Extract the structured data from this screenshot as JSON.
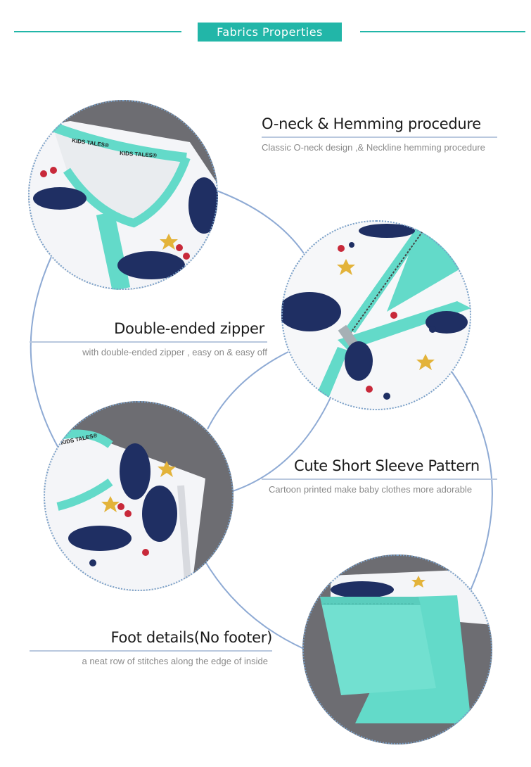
{
  "header": {
    "title": "Fabrics Properties"
  },
  "colors": {
    "accent": "#22b6a8",
    "connector": "#8eaad4",
    "garment_trim": "#63dac9",
    "whale": "#1f2f63"
  },
  "features": [
    {
      "title": "O-neck & Hemming procedure",
      "description": "Classic O-neck design ,& Neckline hemming procedure"
    },
    {
      "title": "Double-ended zipper",
      "description": "with double-ended zipper , easy on & easy off"
    },
    {
      "title": "Cute Short Sleeve Pattern",
      "description": "Cartoon printed  make baby clothes  more  adorable"
    },
    {
      "title": "Foot details(No footer)",
      "description": "a neat row of stitches along the edge of inside"
    }
  ],
  "photos": [
    {
      "subject": "neckline closeup",
      "label": "KIDS TALES®"
    },
    {
      "subject": "zipper closeup"
    },
    {
      "subject": "sleeve closeup",
      "label": "KIDS TALES®"
    },
    {
      "subject": "foot hem closeup"
    }
  ]
}
